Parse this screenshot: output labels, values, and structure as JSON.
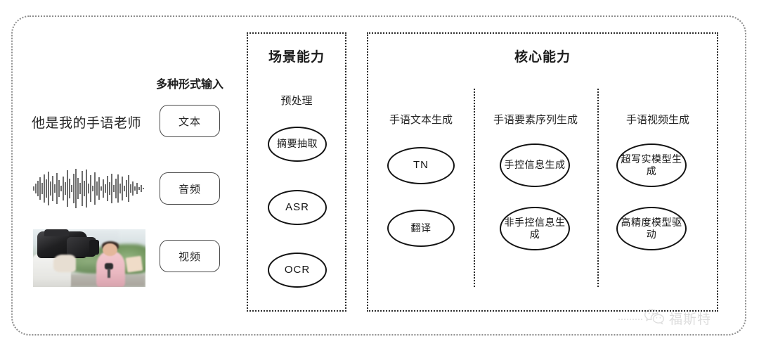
{
  "diagram": {
    "input_section": {
      "heading": "多种形式输入",
      "sample_text": "他是我的手语老师",
      "chips": [
        {
          "label": "文本",
          "name": "chip-text"
        },
        {
          "label": "音频",
          "name": "chip-audio"
        },
        {
          "label": "视频",
          "name": "chip-video"
        }
      ],
      "media": {
        "waveform_name": "audio-waveform",
        "photo_name": "video-thumbnail",
        "photo_description": "摄像机拍摄记者"
      }
    },
    "scenario_group": {
      "title": "场景能力",
      "columns": [
        {
          "label": "预处理",
          "nodes": [
            "摘要抽取",
            "ASR",
            "OCR"
          ]
        }
      ]
    },
    "core_group": {
      "title": "核心能力",
      "columns": [
        {
          "label": "手语文本生成",
          "nodes": [
            "TN",
            "翻译"
          ]
        },
        {
          "label": "手语要素序列生成",
          "nodes": [
            "手控信息生成",
            "非手控信息生成"
          ]
        },
        {
          "label": "手语视频生成",
          "nodes": [
            "超写实模型生成",
            "高精度模型驱动"
          ]
        }
      ]
    },
    "watermark": {
      "text": "福斯特",
      "icon": "wechat-icon"
    },
    "colors": {
      "frame": "#8d8d8d",
      "box_border": "#2b2b2b",
      "oval_border": "#131313",
      "text": "#1d1d1d",
      "background": "#ffffff"
    }
  }
}
